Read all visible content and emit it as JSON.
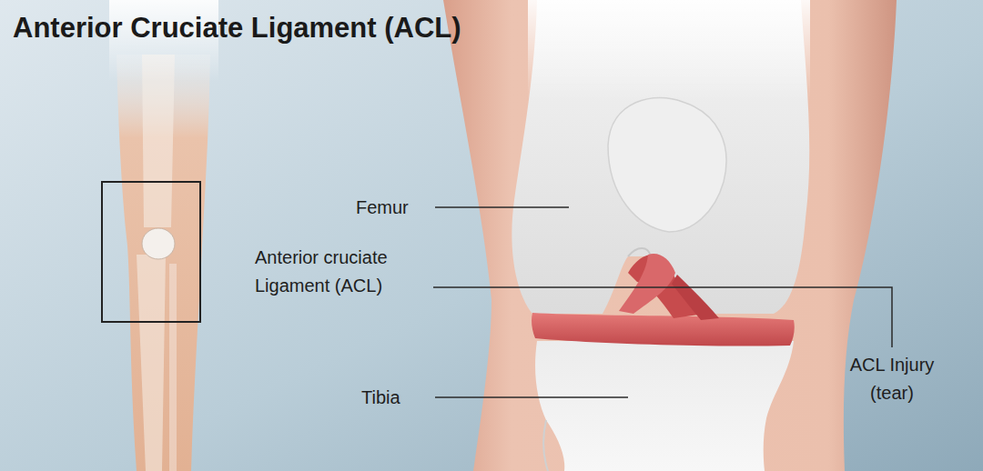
{
  "diagram": {
    "title": "Anterior Cruciate Ligament (ACL)",
    "labels": [
      "Femur",
      "Anterior cruciate Ligament (ACL)",
      "ACL Injury (tear)",
      "Tibia"
    ]
  }
}
